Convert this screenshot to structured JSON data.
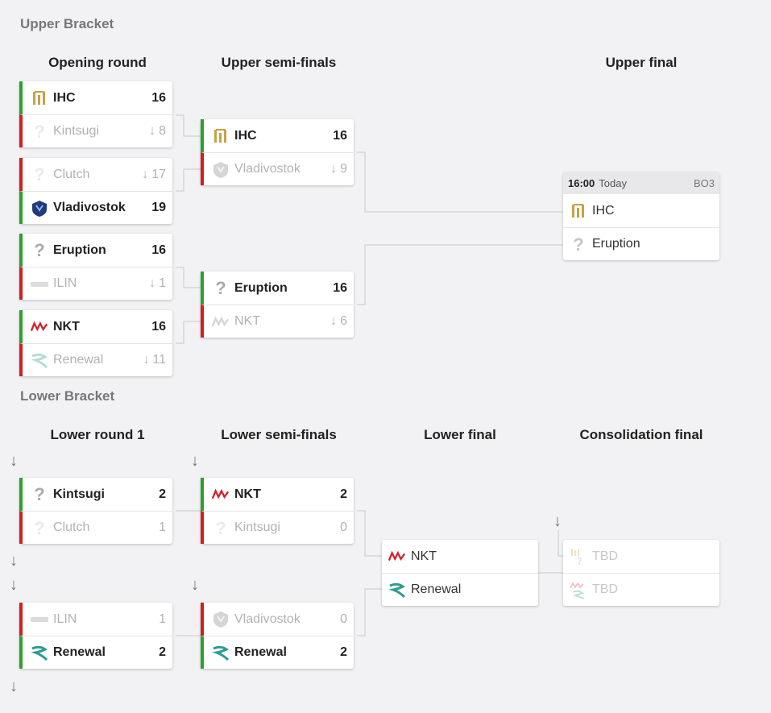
{
  "upper": {
    "title": "Upper Bracket",
    "rounds": [
      "Opening round",
      "Upper semi-finals",
      "Upper final"
    ],
    "opening": [
      {
        "t1": {
          "name": "IHC",
          "score": "16",
          "logo": "ihc-logo"
        },
        "t2": {
          "name": "Kintsugi",
          "score": "8",
          "logo": "question-icon"
        }
      },
      {
        "t1": {
          "name": "Clutch",
          "score": "17",
          "logo": "question-icon"
        },
        "t2": {
          "name": "Vladivostok",
          "score": "19",
          "logo": "vladivostok-logo"
        }
      },
      {
        "t1": {
          "name": "Eruption",
          "score": "16",
          "logo": "question-icon"
        },
        "t2": {
          "name": "ILIN",
          "score": "1",
          "logo": "ilin-logo"
        }
      },
      {
        "t1": {
          "name": "NKT",
          "score": "16",
          "logo": "nkt-logo"
        },
        "t2": {
          "name": "Renewal",
          "score": "11",
          "logo": "renewal-logo"
        }
      }
    ],
    "semis": [
      {
        "t1": {
          "name": "IHC",
          "score": "16"
        },
        "t2": {
          "name": "Vladivostok",
          "score": "9"
        }
      },
      {
        "t1": {
          "name": "Eruption",
          "score": "16"
        },
        "t2": {
          "name": "NKT",
          "score": "6"
        }
      }
    ],
    "final": {
      "time": "16:00",
      "day": "Today",
      "bo": "BO3",
      "t1": {
        "name": "IHC"
      },
      "t2": {
        "name": "Eruption"
      }
    }
  },
  "lower": {
    "title": "Lower Bracket",
    "rounds": [
      "Lower round 1",
      "Lower semi-finals",
      "Lower final",
      "Consolidation final"
    ],
    "round1": [
      {
        "t1": {
          "name": "Kintsugi",
          "score": "2"
        },
        "t2": {
          "name": "Clutch",
          "score": "1"
        }
      },
      {
        "t1": {
          "name": "ILIN",
          "score": "1"
        },
        "t2": {
          "name": "Renewal",
          "score": "2"
        }
      }
    ],
    "semis": [
      {
        "t1": {
          "name": "NKT",
          "score": "2"
        },
        "t2": {
          "name": "Kintsugi",
          "score": "0"
        }
      },
      {
        "t1": {
          "name": "Vladivostok",
          "score": "0"
        },
        "t2": {
          "name": "Renewal",
          "score": "2"
        }
      }
    ],
    "final": {
      "t1": {
        "name": "NKT"
      },
      "t2": {
        "name": "Renewal"
      }
    },
    "consolation": {
      "t1": {
        "name": "TBD"
      },
      "t2": {
        "name": "TBD"
      }
    }
  },
  "colors": {
    "win": "#2aa12a",
    "lose": "#d01f1f",
    "background": "#f2f2f4"
  }
}
